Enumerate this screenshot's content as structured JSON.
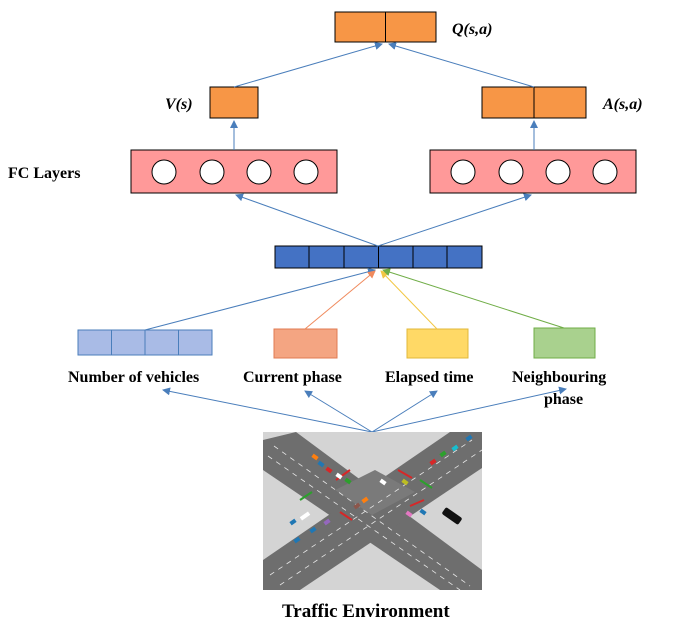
{
  "labels": {
    "q": "Q(s,a)",
    "v": "V(s)",
    "a": "A(s,a)",
    "fc_layers": "FC Layers",
    "num_vehicles": "Number of vehicles",
    "current_phase": "Current phase",
    "elapsed_time": "Elapsed time",
    "neighbouring_line1": "Neighbouring",
    "neighbouring_line2": "phase",
    "traffic_env": "Traffic Environment"
  },
  "colors": {
    "orange": "#f79646",
    "pink": "#ff9999",
    "dark_blue": "#4472c4",
    "light_blue": "#a9bbe6",
    "salmon": "#f4a582",
    "yellow": "#ffd966",
    "green": "#a9d18e",
    "arrow_blue": "#4a7ebb",
    "arrow_orange": "#f08a5d",
    "arrow_yellow": "#f2c744",
    "arrow_green": "#70ad47"
  }
}
